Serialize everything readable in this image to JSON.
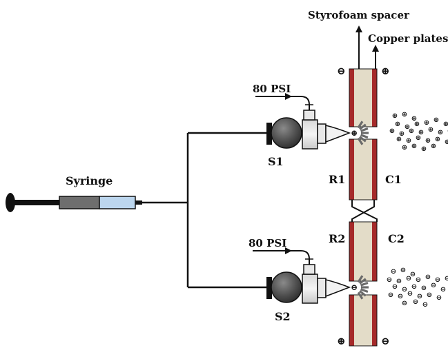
{
  "labels": {
    "styrofoam_spacer": "Styrofoam spacer",
    "copper_plates": "Copper plates",
    "syringe": "Syringe",
    "pressure_top": "80 PSI",
    "pressure_bottom": "80 PSI",
    "sprayer_1": "S1",
    "sprayer_2": "S2",
    "ring_1": "R1",
    "ring_2": "R2",
    "collector_1": "C1",
    "collector_2": "C2"
  },
  "polarity": {
    "top_left": "⊖",
    "top_right": "⊕",
    "bottom_left": "⊕",
    "bottom_right": "⊖",
    "droplet_top": "⊕",
    "droplet_bottom": "⊖"
  },
  "colors": {
    "copper": "#a52a2a",
    "spacer": "#e3dcc8",
    "syringe_barrel": "#bcd6ee",
    "body": "#4a4a4a"
  },
  "icons": {
    "charge_positive": "circled-plus",
    "charge_negative": "circled-minus"
  }
}
